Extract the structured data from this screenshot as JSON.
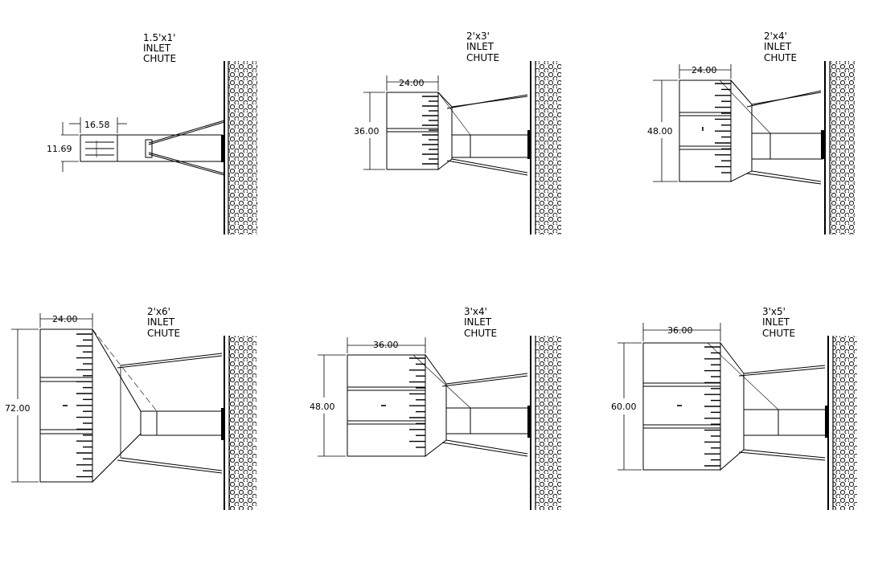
{
  "colors": {
    "ink": "#000000",
    "background": "#ffffff"
  },
  "chutes": [
    {
      "id": "chute-1",
      "title": [
        "1.5'x1'",
        "INLET",
        "CHUTE"
      ],
      "width_dim": "16.58",
      "height_dim": "11.69"
    },
    {
      "id": "chute-2",
      "title": [
        "2'x3'",
        "INLET",
        "CHUTE"
      ],
      "width_dim": "24.00",
      "height_dim": "36.00"
    },
    {
      "id": "chute-3",
      "title": [
        "2'x4'",
        "INLET",
        "CHUTE"
      ],
      "width_dim": "24.00",
      "height_dim": "48.00"
    },
    {
      "id": "chute-4",
      "title": [
        "2'x6'",
        "INLET",
        "CHUTE"
      ],
      "width_dim": "24.00",
      "height_dim": "72.00"
    },
    {
      "id": "chute-5",
      "title": [
        "3'x4'",
        "INLET",
        "CHUTE"
      ],
      "width_dim": "36.00",
      "height_dim": "48.00"
    },
    {
      "id": "chute-6",
      "title": [
        "3'x5'",
        "INLET",
        "CHUTE"
      ],
      "width_dim": "36.00",
      "height_dim": "60.00"
    }
  ]
}
